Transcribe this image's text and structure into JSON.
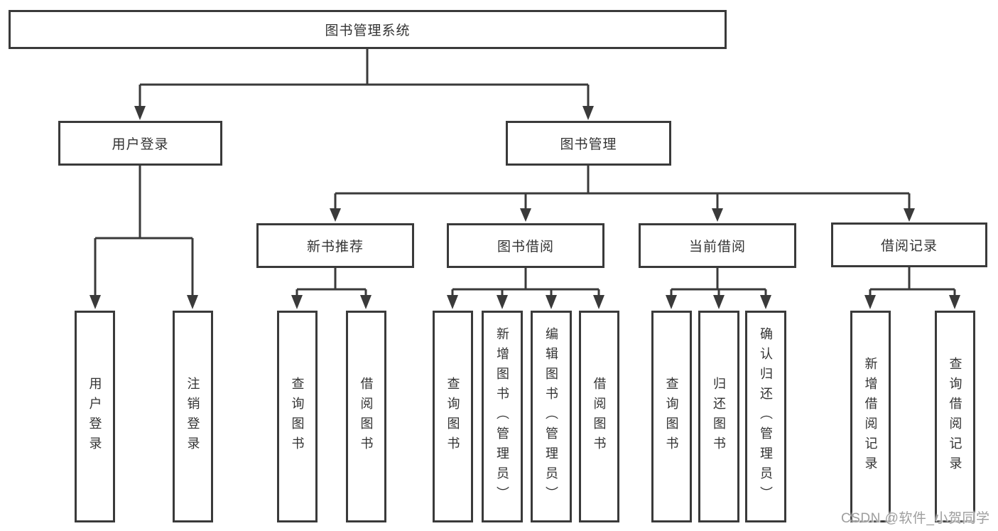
{
  "root": {
    "label": "图书管理系统"
  },
  "branches": [
    {
      "label": "用户登录",
      "children": [
        "用户登录",
        "注销登录"
      ]
    },
    {
      "label": "图书管理",
      "sections": [
        {
          "label": "新书推荐",
          "children": [
            "查询图书",
            "借阅图书"
          ]
        },
        {
          "label": "图书借阅",
          "children": [
            "查询图书",
            "新增图书（管理员）",
            "编辑图书（管理员）",
            "借阅图书"
          ]
        },
        {
          "label": "当前借阅",
          "children": [
            "查询图书",
            "归还图书",
            "确认归还（管理员）"
          ]
        },
        {
          "label": "借阅记录",
          "children": [
            "新增借阅记录",
            "查询借阅记录"
          ]
        }
      ]
    }
  ],
  "watermark": {
    "text": "CSDN @软件_小贺同学"
  },
  "colors": {
    "line": "#3a3a3a",
    "text": "#333333",
    "box_background": "#ffffff",
    "page_background": "#ffffff",
    "watermark": "#9e9e9e"
  }
}
